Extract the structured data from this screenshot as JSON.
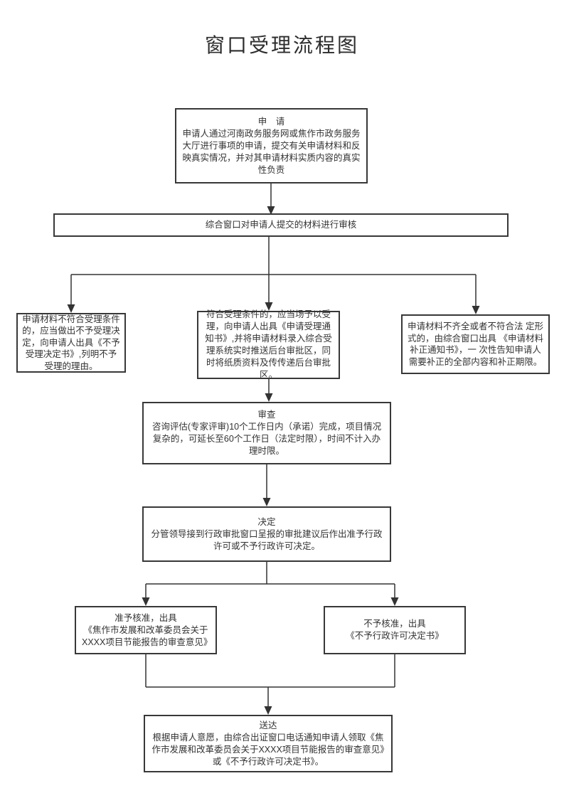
{
  "page": {
    "title": "窗口受理流程图",
    "background": "#ffffff"
  },
  "colors": {
    "box_border": "#383838",
    "text": "#333333",
    "connector": "#333333"
  },
  "nodes": {
    "apply": {
      "title": "申　请",
      "body": "申请人通过河南政务服务网或焦作市政务服务大厅进行事项的申请，提交有关申请材料和反映真实情况，并对其申请材料实质内容的真实性负责"
    },
    "review": {
      "body": "综合窗口对申请人提交的材料进行审核"
    },
    "reject": {
      "body": "申请材料不符合受理条件的，应当做出不予受理决定，向申请人出具《不予受理决定书》,列明不予受理的理由。"
    },
    "accept": {
      "body": "符合受理条件的，应当场予以受理，向申请人出具《申请受理通知书》,并将申请材料录入综合受理系统实时推送后台审批区，同时将纸质资料及传传递后台审批区。"
    },
    "supplement": {
      "body": "申请材料不齐全或者不符合法 定形式的，由综合窗口出具 《申请材料补正通知书》，一 次性告知申请人需要补正的全部内容和补正期限。"
    },
    "examine": {
      "title": "审查",
      "body": "咨询评估(专家评审)10个工作日内（承诺）完成，项目情况复杂的，可延长至60个工作日（法定时限），时间不计入办理时限。"
    },
    "decision": {
      "title": "决定",
      "body": "分管领导接到行政审批窗口呈报的审批建议后作出准予行政许可或不予行政许可决定。"
    },
    "approve": {
      "body": "准予核准，出具\n《焦作市发展和改革委员会关于XXXX项目节能报告的审查意见》"
    },
    "disapprove": {
      "body": "不予核准，出具\n《不予行政许可决定书》"
    },
    "deliver": {
      "title": "送达",
      "body": "根据申请人意愿，由综合出证窗口电话通知申请人领取《焦作市发展和改革委员会关于XXXX项目节能报告的审查意见》或《不予行政许可决定书》。"
    }
  }
}
